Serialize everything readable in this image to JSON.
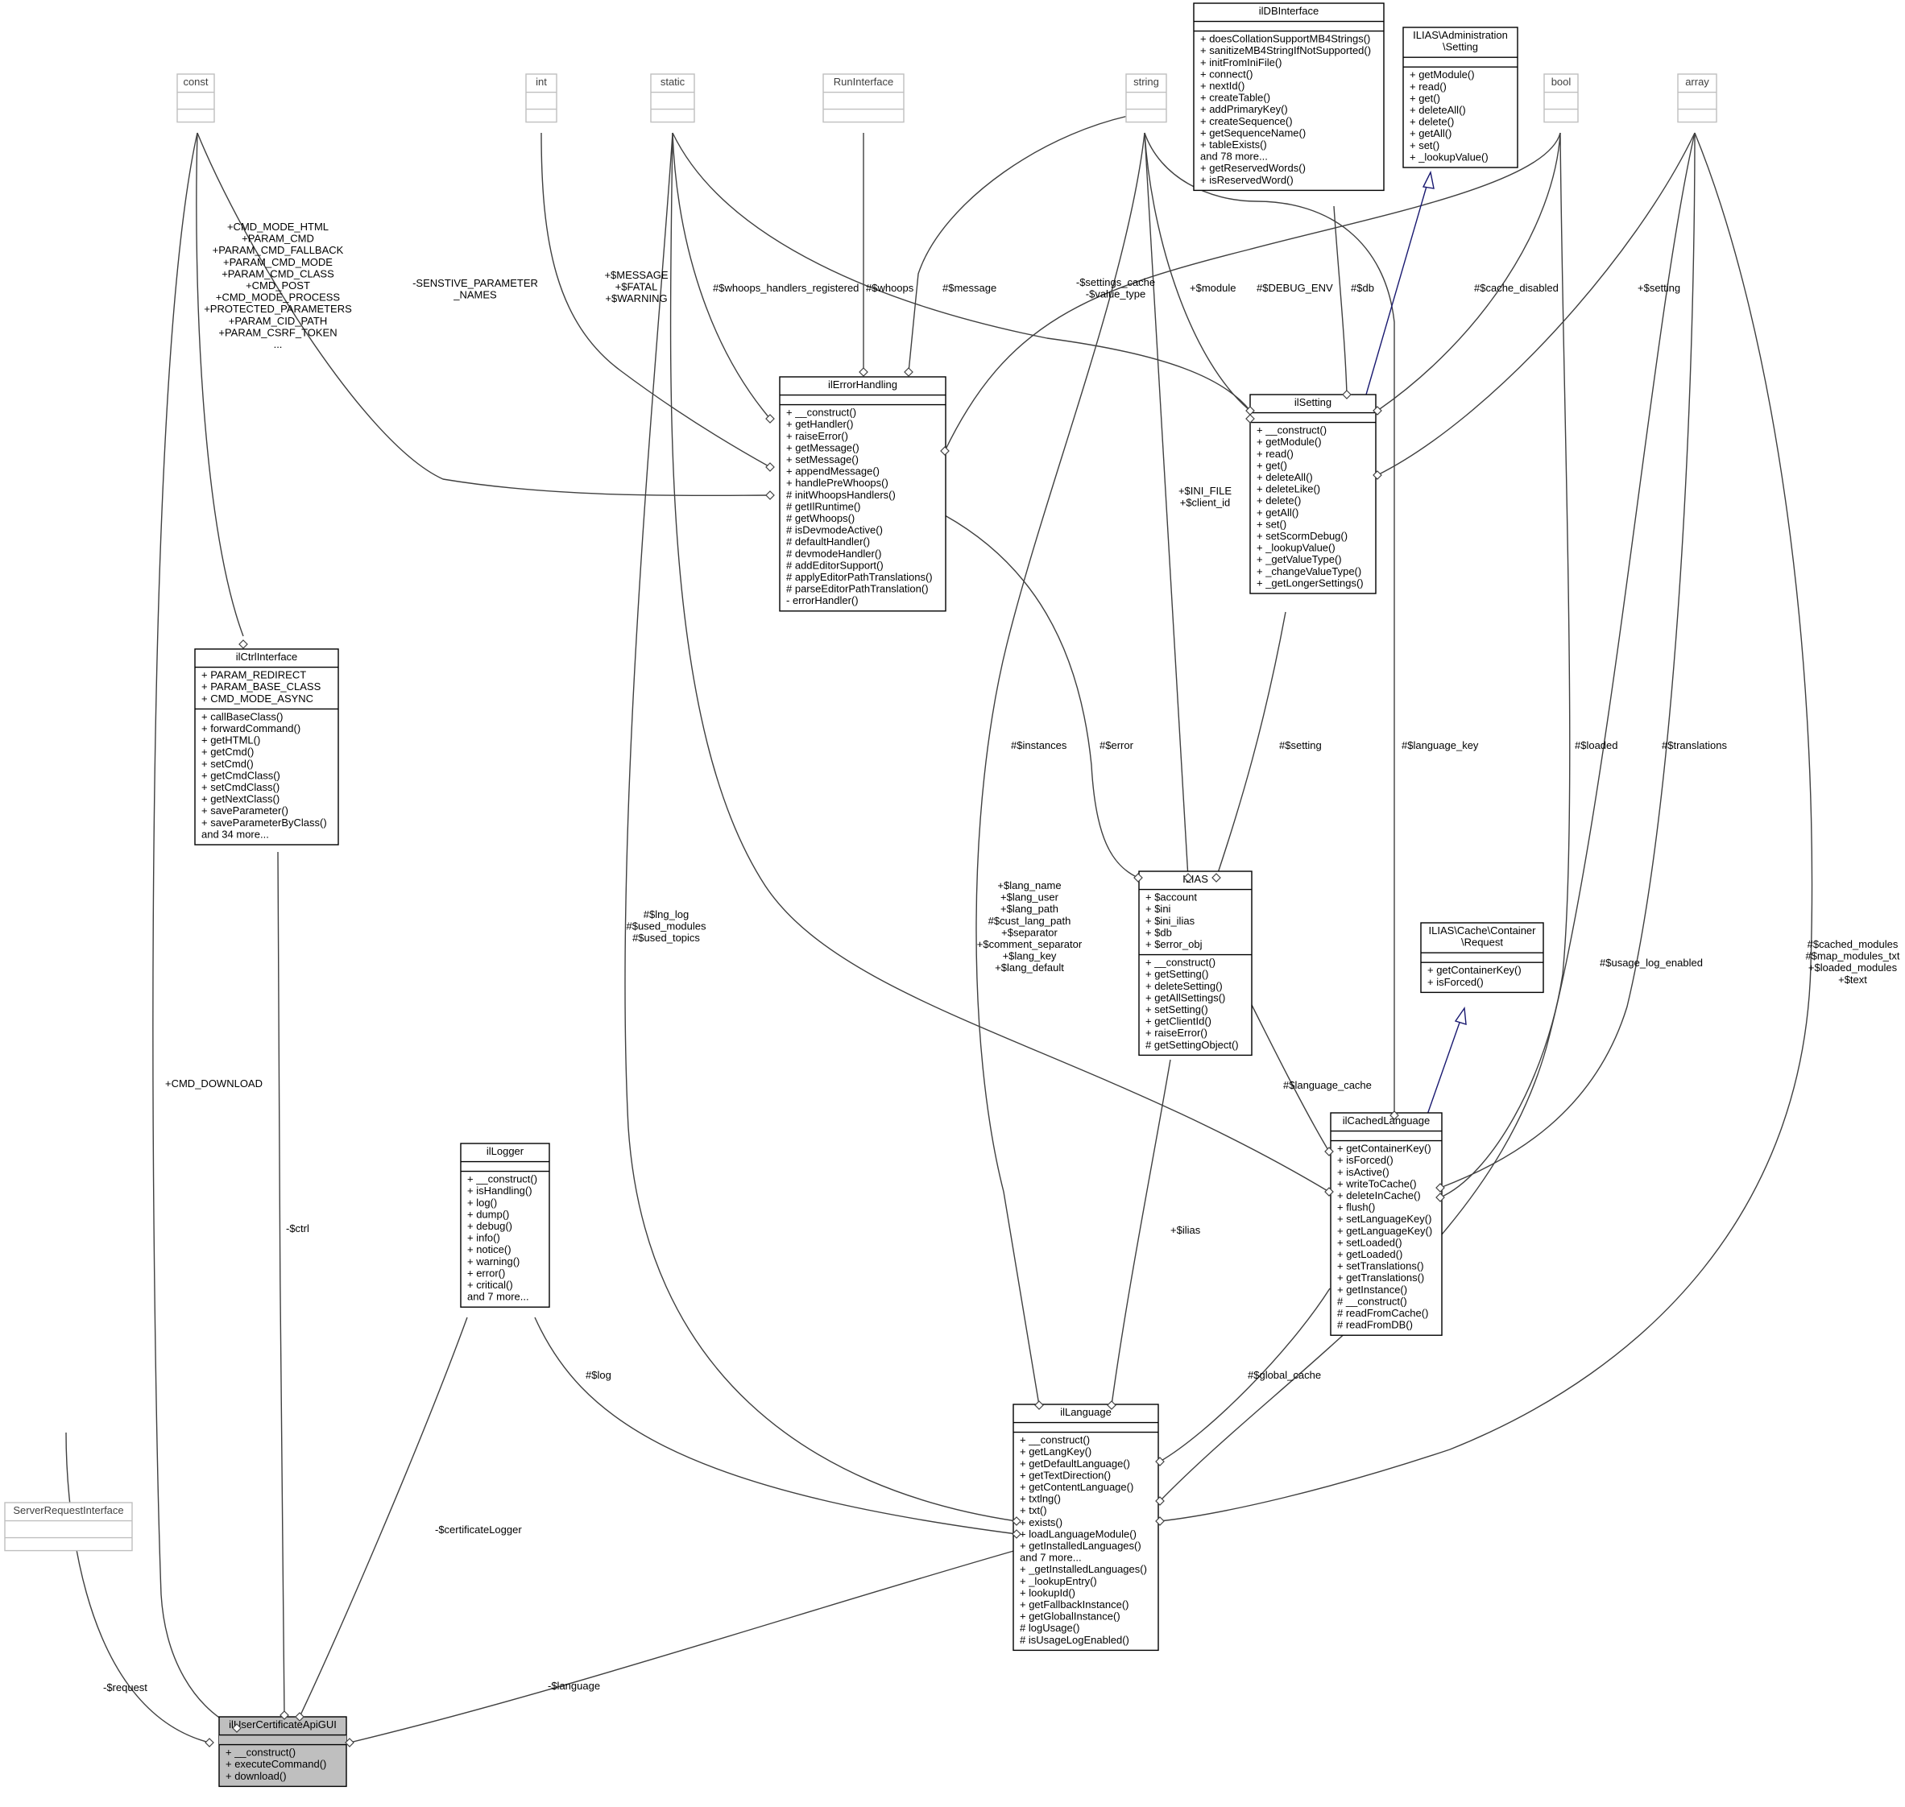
{
  "classes": [
    {
      "id": "ilUserCertificateApiGUI",
      "name": "ilUserCertificateApiGUI",
      "title": [
        "ilUserCertificateApiGUI"
      ],
      "attributes": [],
      "methods": [
        "+ __construct()",
        "+ executeCommand()",
        "+ download()"
      ],
      "style": "focus"
    },
    {
      "id": "ServerRequestInterface",
      "name": "ServerRequestInterface",
      "title": [
        "ServerRequestInterface"
      ],
      "attributes": [],
      "methods": [],
      "style": "gray"
    },
    {
      "id": "const",
      "name": "const",
      "title": [
        "const"
      ],
      "attributes": [],
      "methods": [],
      "style": "gray"
    },
    {
      "id": "ilCtrlInterface",
      "name": "ilCtrlInterface",
      "title": [
        "ilCtrlInterface"
      ],
      "attributes": [
        "+ PARAM_REDIRECT",
        "+ PARAM_BASE_CLASS",
        "+ CMD_MODE_ASYNC"
      ],
      "methods": [
        "+ callBaseClass()",
        "+ forwardCommand()",
        "+ getHTML()",
        "+ getCmd()",
        "+ setCmd()",
        "+ getCmdClass()",
        "+ setCmdClass()",
        "+ getNextClass()",
        "+ saveParameter()",
        "+ saveParameterByClass()",
        "and 34 more..."
      ],
      "style": "normal"
    },
    {
      "id": "ilLogger",
      "name": "ilLogger",
      "title": [
        "ilLogger"
      ],
      "attributes": [],
      "methods": [
        "+ __construct()",
        "+ isHandling()",
        "+ log()",
        "+ dump()",
        "+ debug()",
        "+ info()",
        "+ notice()",
        "+ warning()",
        "+ error()",
        "+ critical()",
        "and 7 more..."
      ],
      "style": "normal"
    },
    {
      "id": "ilLanguage",
      "name": "ilLanguage",
      "title": [
        "ilLanguage"
      ],
      "attributes": [],
      "methods": [
        "+ __construct()",
        "+ getLangKey()",
        "+ getDefaultLanguage()",
        "+ getTextDirection()",
        "+ getContentLanguage()",
        "+ txtlng()",
        "+ txt()",
        "+ exists()",
        "+ loadLanguageModule()",
        "+ getInstalledLanguages()",
        "and 7 more...",
        "+ _getInstalledLanguages()",
        "+ _lookupEntry()",
        "+ lookupId()",
        "+ getFallbackInstance()",
        "+ getGlobalInstance()",
        "# logUsage()",
        "# isUsageLogEnabled()"
      ],
      "style": "normal"
    },
    {
      "id": "int",
      "name": "int",
      "title": [
        "int"
      ],
      "attributes": [],
      "methods": [],
      "style": "gray"
    },
    {
      "id": "static",
      "name": "static",
      "title": [
        "static"
      ],
      "attributes": [],
      "methods": [],
      "style": "gray"
    },
    {
      "id": "RunInterface",
      "name": "RunInterface",
      "title": [
        "RunInterface"
      ],
      "attributes": [],
      "methods": [],
      "style": "gray"
    },
    {
      "id": "string",
      "name": "string",
      "title": [
        "string"
      ],
      "attributes": [],
      "methods": [],
      "style": "gray"
    },
    {
      "id": "bool",
      "name": "bool",
      "title": [
        "bool"
      ],
      "attributes": [],
      "methods": [],
      "style": "gray"
    },
    {
      "id": "array",
      "name": "array",
      "title": [
        "array"
      ],
      "attributes": [],
      "methods": [],
      "style": "gray"
    },
    {
      "id": "ilDBInterface",
      "name": "ilDBInterface",
      "title": [
        "ilDBInterface"
      ],
      "attributes": [],
      "methods": [
        "+ doesCollationSupportMB4Strings()",
        "+ sanitizeMB4StringIfNotSupported()",
        "+ initFromIniFile()",
        "+ connect()",
        "+ nextId()",
        "+ createTable()",
        "+ addPrimaryKey()",
        "+ createSequence()",
        "+ getSequenceName()",
        "+ tableExists()",
        "and 78 more...",
        "+ getReservedWords()",
        "+ isReservedWord()"
      ],
      "style": "normal"
    },
    {
      "id": "AdminSetting",
      "name": "ILIAS\\Administration\\Setting",
      "title": [
        "ILIAS\\Administration",
        "\\Setting"
      ],
      "attributes": [],
      "methods": [
        "+ getModule()",
        "+ read()",
        "+ get()",
        "+ deleteAll()",
        "+ delete()",
        "+ getAll()",
        "+ set()",
        "+ _lookupValue()"
      ],
      "style": "normal"
    },
    {
      "id": "ilErrorHandling",
      "name": "ilErrorHandling",
      "title": [
        "ilErrorHandling"
      ],
      "attributes": [],
      "methods": [
        "+ __construct()",
        "+ getHandler()",
        "+ raiseError()",
        "+ getMessage()",
        "+ setMessage()",
        "+ appendMessage()",
        "+ handlePreWhoops()",
        "# initWhoopsHandlers()",
        "# getIlRuntime()",
        "# getWhoops()",
        "# isDevmodeActive()",
        "# defaultHandler()",
        "# devmodeHandler()",
        "# addEditorSupport()",
        "# applyEditorPathTranslations()",
        "# parseEditorPathTranslation()",
        "- errorHandler()"
      ],
      "style": "normal"
    },
    {
      "id": "ilSetting",
      "name": "ilSetting",
      "title": [
        "ilSetting"
      ],
      "attributes": [],
      "methods": [
        "+ __construct()",
        "+ getModule()",
        "+ read()",
        "+ get()",
        "+ deleteAll()",
        "+ deleteLike()",
        "+ delete()",
        "+ getAll()",
        "+ set()",
        "+ setScormDebug()",
        "+ _lookupValue()",
        "+ _getValueType()",
        "+ _changeValueType()",
        "+ _getLongerSettings()"
      ],
      "style": "normal"
    },
    {
      "id": "ILIAS",
      "name": "ILIAS",
      "title": [
        "ILIAS"
      ],
      "attributes": [
        "+ $account",
        "+ $ini",
        "+ $ini_ilias",
        "+ $db",
        "+ $error_obj"
      ],
      "methods": [
        "+ __construct()",
        "+ getSetting()",
        "+ deleteSetting()",
        "+ getAllSettings()",
        "+ setSetting()",
        "+ getClientId()",
        "+ raiseError()",
        "# getSettingObject()"
      ],
      "style": "normal"
    },
    {
      "id": "CacheRequest",
      "name": "ILIAS\\Cache\\Container\\Request",
      "title": [
        "ILIAS\\Cache\\Container",
        "\\Request"
      ],
      "attributes": [],
      "methods": [
        "+ getContainerKey()",
        "+ isForced()"
      ],
      "style": "normal"
    },
    {
      "id": "ilCachedLanguage",
      "name": "ilCachedLanguage",
      "title": [
        "ilCachedLanguage"
      ],
      "attributes": [],
      "methods": [
        "+ getContainerKey()",
        "+ isForced()",
        "+ isActive()",
        "+ writeToCache()",
        "+ deleteInCache()",
        "+ flush()",
        "+ setLanguageKey()",
        "+ getLanguageKey()",
        "+ setLoaded()",
        "+ getLoaded()",
        "+ setTranslations()",
        "+ getTranslations()",
        "+ getInstance()",
        "# __construct()",
        "# readFromCache()",
        "# readFromDB()"
      ],
      "style": "normal"
    }
  ],
  "edge_labels": [
    {
      "id": "lbl-request",
      "lines": [
        "-$request"
      ]
    },
    {
      "id": "lbl-cmd-download",
      "lines": [
        "+CMD_DOWNLOAD"
      ]
    },
    {
      "id": "lbl-ctrl",
      "lines": [
        "-$ctrl"
      ]
    },
    {
      "id": "lbl-cert-logger",
      "lines": [
        "-$certificateLogger"
      ]
    },
    {
      "id": "lbl-language",
      "lines": [
        "-$language"
      ]
    },
    {
      "id": "lbl-const-ctrl",
      "lines": [
        "+CMD_MODE_HTML",
        "+PARAM_CMD",
        "+PARAM_CMD_FALLBACK",
        "+PARAM_CMD_MODE",
        "+PARAM_CMD_CLASS",
        "+CMD_POST",
        "+CMD_MODE_PROCESS",
        "+PROTECTED_PARAMETERS",
        "+PARAM_CID_PATH",
        "+PARAM_CSRF_TOKEN",
        "..."
      ]
    },
    {
      "id": "lbl-sensitive",
      "lines": [
        "-SENSTIVE_PARAMETER",
        "_NAMES"
      ]
    },
    {
      "id": "lbl-int",
      "lines": [
        "+$MESSAGE",
        "+$FATAL",
        "+$WARNING"
      ]
    },
    {
      "id": "lbl-whoops-reg",
      "lines": [
        "#$whoops_handlers_registered"
      ]
    },
    {
      "id": "lbl-whoops",
      "lines": [
        "#$whoops"
      ]
    },
    {
      "id": "lbl-message",
      "lines": [
        "#$message"
      ]
    },
    {
      "id": "lbl-settings-cache",
      "lines": [
        "-$settings_cache",
        "-$value_type"
      ]
    },
    {
      "id": "lbl-module",
      "lines": [
        "+$module"
      ]
    },
    {
      "id": "lbl-debug-env",
      "lines": [
        "#$DEBUG_ENV"
      ]
    },
    {
      "id": "lbl-db",
      "lines": [
        "#$db"
      ]
    },
    {
      "id": "lbl-cache-disabled",
      "lines": [
        "#$cache_disabled"
      ]
    },
    {
      "id": "lbl-setting-plus",
      "lines": [
        "+$setting"
      ]
    },
    {
      "id": "lbl-ini-file",
      "lines": [
        "+$INI_FILE",
        "+$client_id"
      ]
    },
    {
      "id": "lbl-instances",
      "lines": [
        "#$instances"
      ]
    },
    {
      "id": "lbl-error",
      "lines": [
        "#$error"
      ]
    },
    {
      "id": "lbl-setting-hash",
      "lines": [
        "#$setting"
      ]
    },
    {
      "id": "lbl-language-key",
      "lines": [
        "#$language_key"
      ]
    },
    {
      "id": "lbl-loaded",
      "lines": [
        "#$loaded"
      ]
    },
    {
      "id": "lbl-translations",
      "lines": [
        "#$translations"
      ]
    },
    {
      "id": "lbl-lng-log",
      "lines": [
        "#$lng_log",
        "#$used_modules",
        "#$used_topics"
      ]
    },
    {
      "id": "lbl-lang-name",
      "lines": [
        "+$lang_name",
        "+$lang_user",
        "+$lang_path",
        "#$cust_lang_path",
        "+$separator",
        "+$comment_separator",
        "+$lang_key",
        "+$lang_default"
      ]
    },
    {
      "id": "lbl-usage-log",
      "lines": [
        "#$usage_log_enabled"
      ]
    },
    {
      "id": "lbl-cached-modules",
      "lines": [
        "#$cached_modules",
        "#$map_modules_txt",
        "+$loaded_modules",
        "+$text"
      ]
    },
    {
      "id": "lbl-language-cache",
      "lines": [
        "#$language_cache"
      ]
    },
    {
      "id": "lbl-ilias",
      "lines": [
        "+$ilias"
      ]
    },
    {
      "id": "lbl-log",
      "lines": [
        "#$log"
      ]
    },
    {
      "id": "lbl-global-cache",
      "lines": [
        "#$global_cache"
      ]
    }
  ]
}
